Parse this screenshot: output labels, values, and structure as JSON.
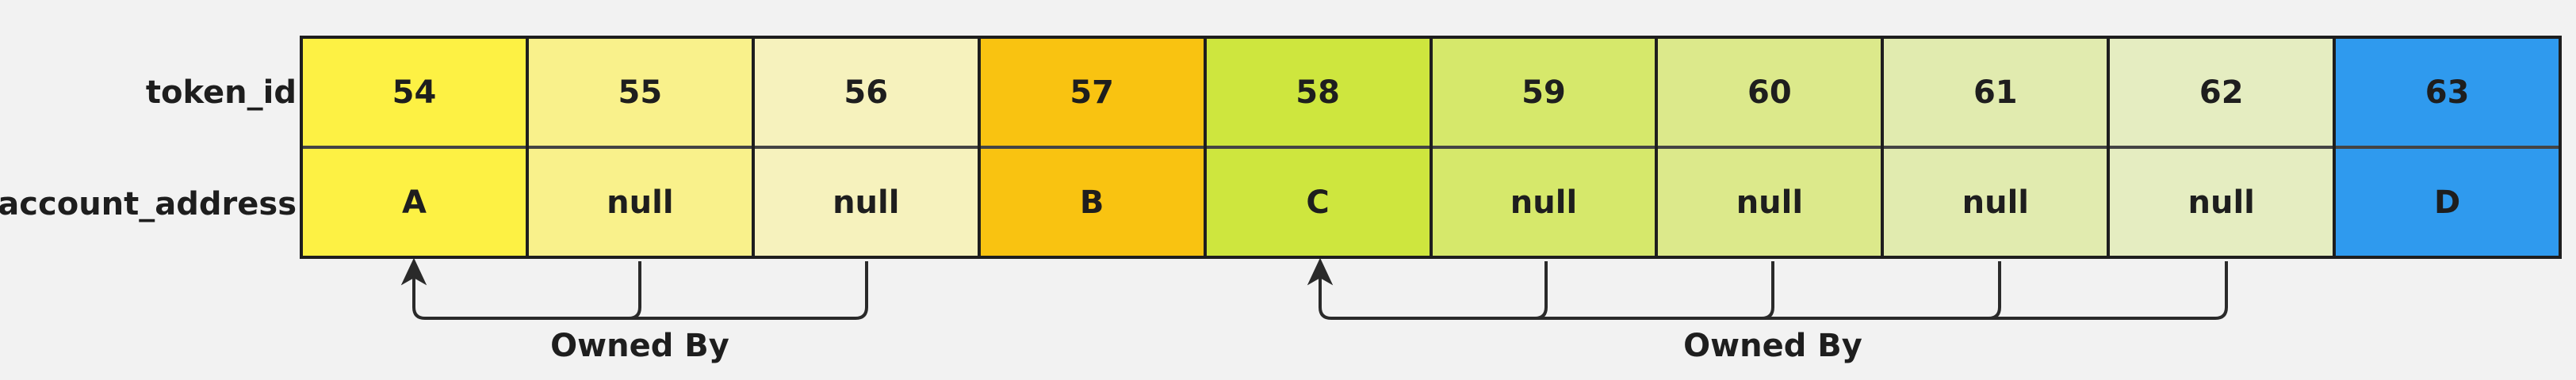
{
  "row_labels": {
    "token": "token_id",
    "account": "account_address"
  },
  "columns": [
    {
      "token_id": "54",
      "account": "A",
      "color": "#fdf144"
    },
    {
      "token_id": "55",
      "account": "null",
      "color": "#f9f18b"
    },
    {
      "token_id": "56",
      "account": "null",
      "color": "#f6f2bd"
    },
    {
      "token_id": "57",
      "account": "B",
      "color": "#f9c311"
    },
    {
      "token_id": "58",
      "account": "C",
      "color": "#cee63e"
    },
    {
      "token_id": "59",
      "account": "null",
      "color": "#d6e86b"
    },
    {
      "token_id": "60",
      "account": "null",
      "color": "#dce98b"
    },
    {
      "token_id": "61",
      "account": "null",
      "color": "#e1ebaf"
    },
    {
      "token_id": "62",
      "account": "null",
      "color": "#e5edc1"
    },
    {
      "token_id": "63",
      "account": "D",
      "color": "#2f9aee"
    }
  ],
  "ownership_groups": [
    {
      "label": "Owned By",
      "owner_token": "54",
      "owned_tokens": [
        "55",
        "56"
      ]
    },
    {
      "label": "Owned By",
      "owner_token": "58",
      "owned_tokens": [
        "59",
        "60",
        "61",
        "62"
      ]
    }
  ]
}
